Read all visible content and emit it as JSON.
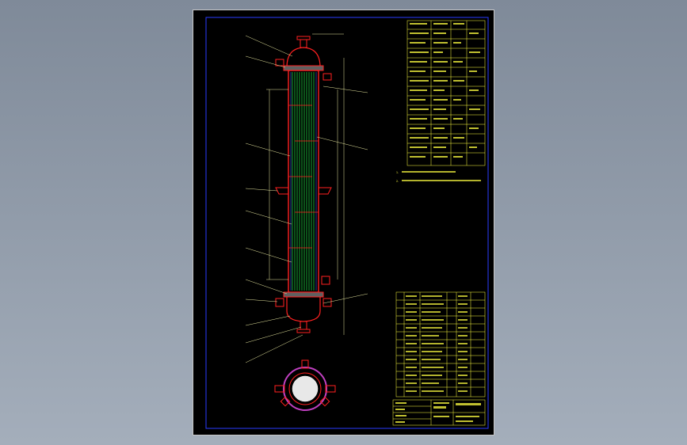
{
  "drawing": {
    "view_name": "heat-exchanger-drawing",
    "colors": {
      "background": "#000000",
      "frame": "#2a3cff",
      "shell": "#ff2020",
      "tubes": "#20d040",
      "table_lines": "#ffff40",
      "dimension": "#e8e8a0",
      "section_purple": "#c040c0"
    },
    "notes": [
      {
        "mark": "1.",
        "text": ""
      },
      {
        "mark": "2.",
        "text": ""
      }
    ],
    "title_block": {
      "code": "",
      "scale": ""
    }
  }
}
